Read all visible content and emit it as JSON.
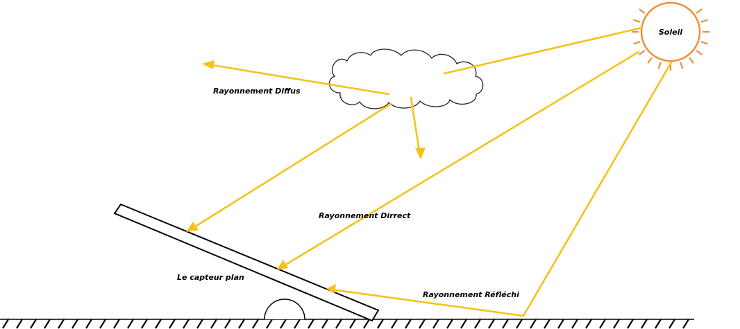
{
  "labels": {
    "sun": "Soleil",
    "diffuse": "Rayonnement Diffus",
    "direct": "Rayonnement Dirrect",
    "collector": "Le capteur plan",
    "reflected": "Rayonnement Réfléchi"
  },
  "colors": {
    "ray": "#F5C21B",
    "sun": "#F28C3A",
    "outline": "#000000",
    "background": "#FFFFFF"
  }
}
